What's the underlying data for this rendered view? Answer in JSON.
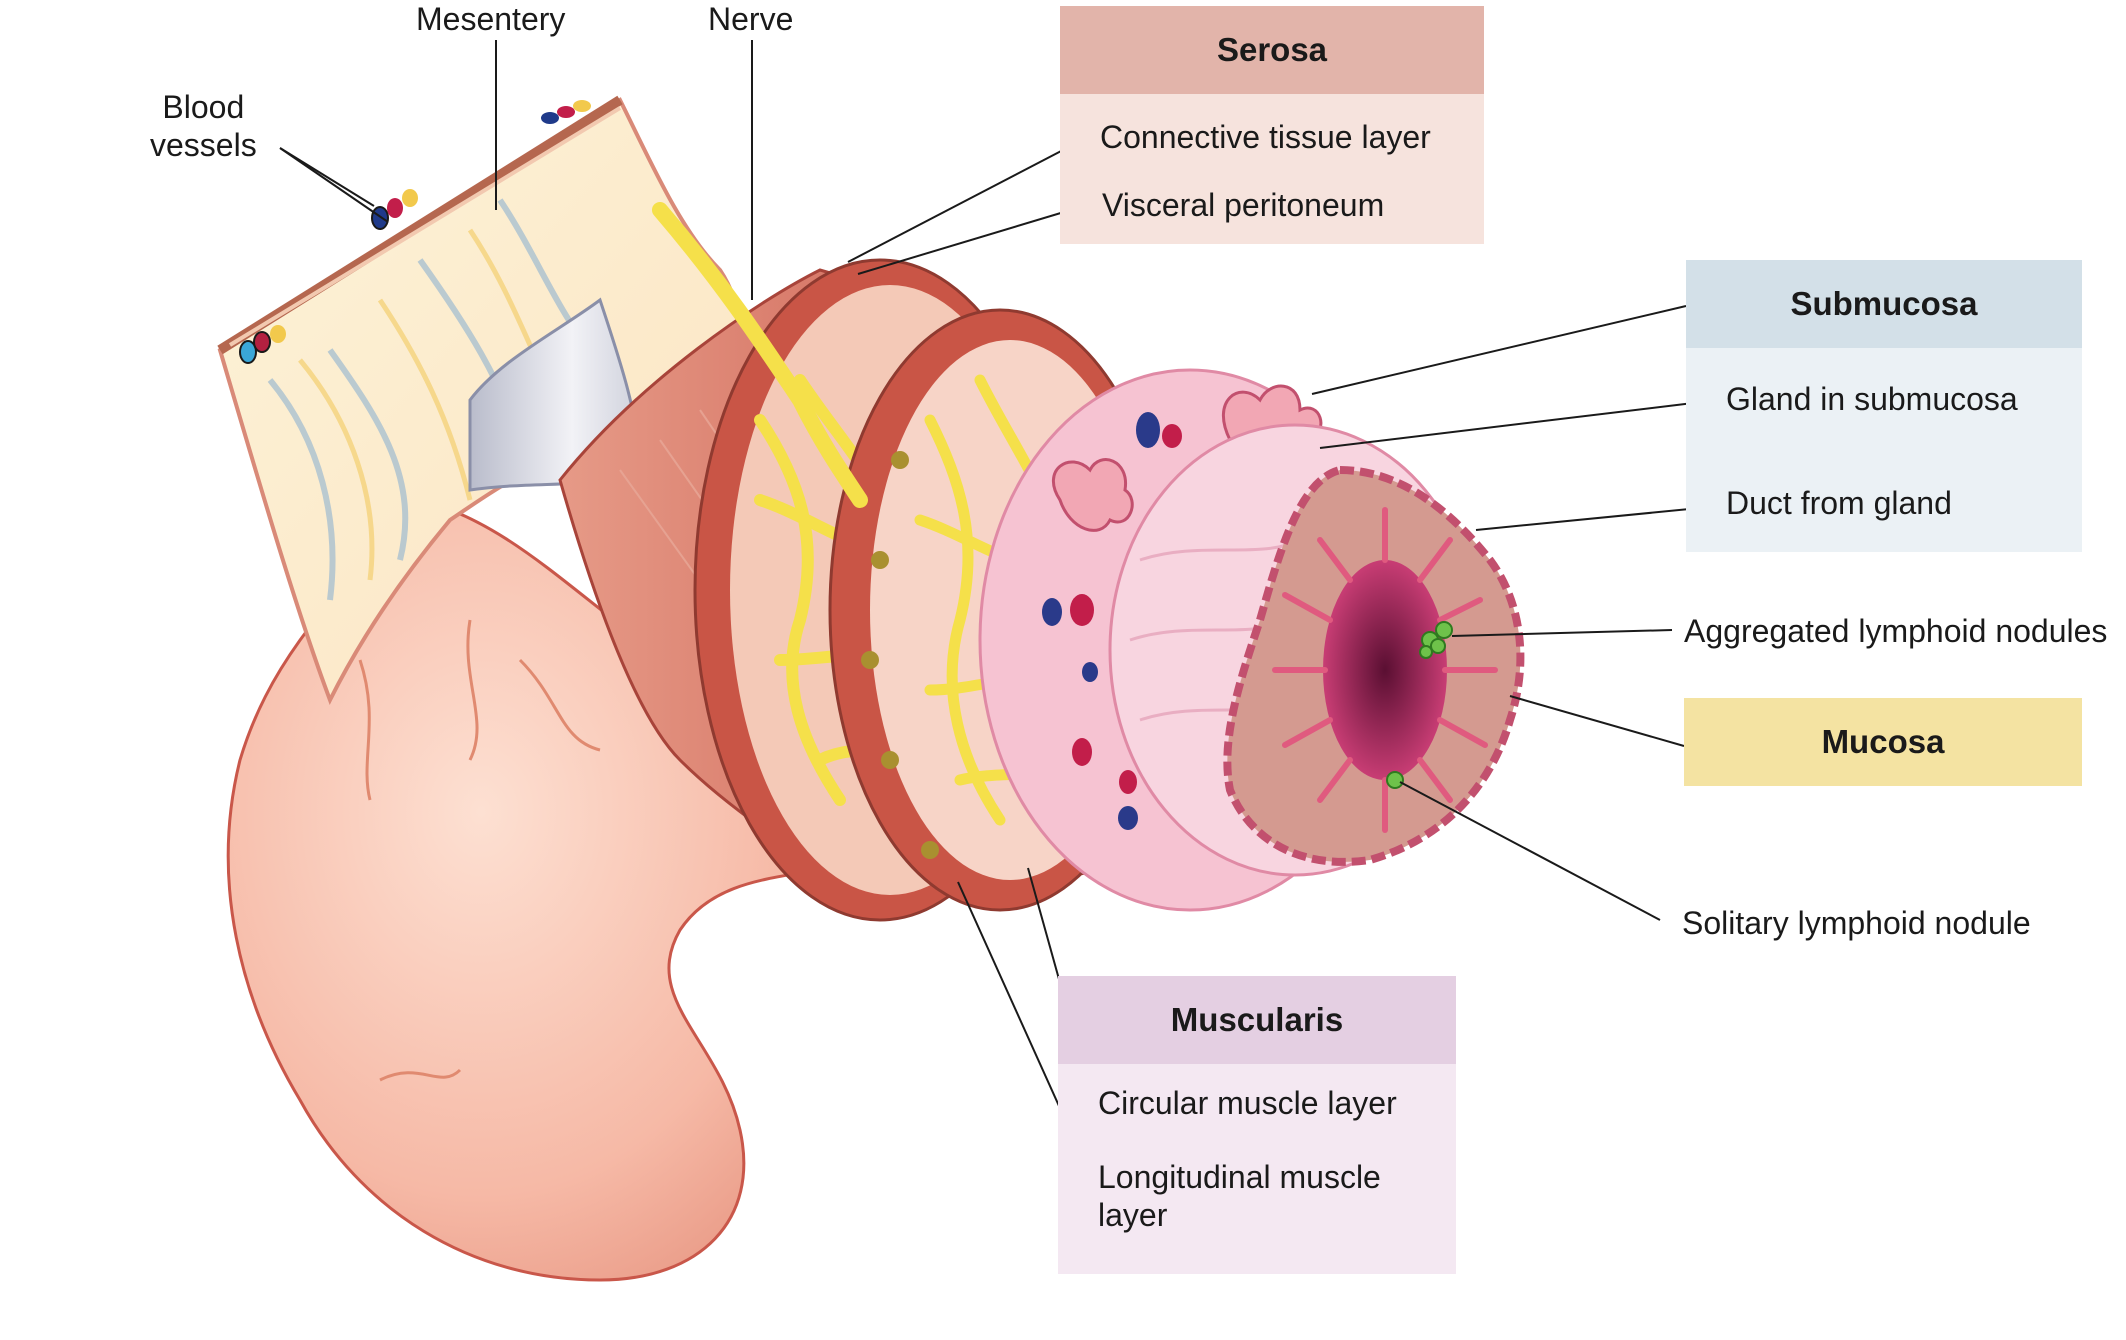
{
  "labels": {
    "blood_vessels": "Blood\nvessels",
    "mesentery": "Mesentery",
    "nerve": "Nerve",
    "aggregated_lymphoid_nodules": "Aggregated lymphoid nodules",
    "solitary_lymphoid_nodule": "Solitary lymphoid nodule"
  },
  "serosa": {
    "title": "Serosa",
    "items": [
      "Connective tissue layer",
      "Visceral peritoneum"
    ]
  },
  "submucosa": {
    "title": "Submucosa",
    "items": [
      "Gland in submucosa",
      "Duct from gland"
    ]
  },
  "mucosa": {
    "title": "Mucosa"
  },
  "muscularis": {
    "title": "Muscularis",
    "items": [
      "Circular muscle layer",
      "Longitudinal muscle\nlayer"
    ]
  },
  "colors": {
    "serosa_header": "#e2b4aa",
    "submucosa_header": "#d3e0e8",
    "mucosa_header": "#f4e3a2",
    "muscularis_header": "#e4cfe2",
    "nerve": "#f5e04a",
    "muscle": "#c9574a",
    "lumen": "#8a1c4a"
  }
}
